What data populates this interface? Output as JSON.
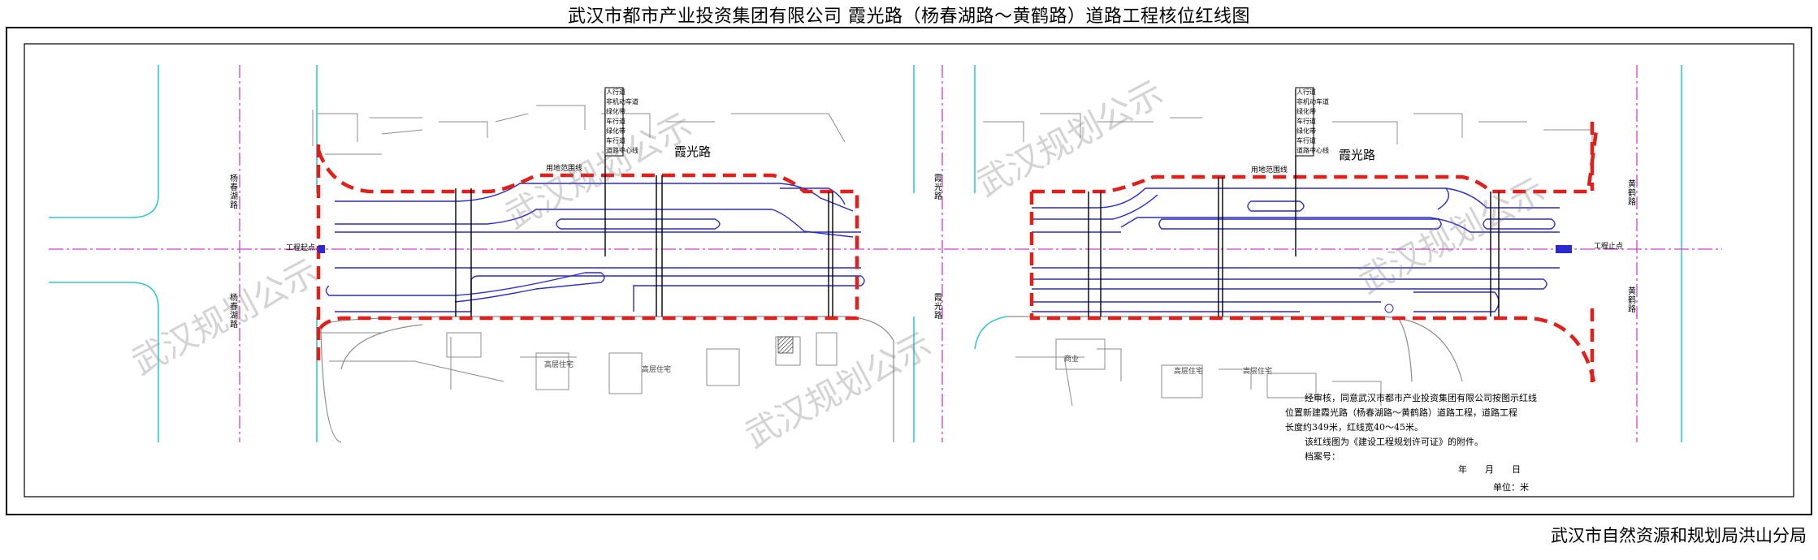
{
  "title": "武汉市都市产业投资集团有限公司 霞光路（杨春湖路～黄鹤路）道路工程核位红线图",
  "footer": "武汉市自然资源和规划局洪山分局",
  "watermark": "武汉规划公示",
  "roads": {
    "main_name": "霞光路",
    "left_cross_road": "杨春湖路",
    "mid_cross_road": "霞光路",
    "right_cross_road": "黄鹤路",
    "start_point": "工程起点",
    "end_point": "工程止点",
    "red_line_label": "用地范围线"
  },
  "legend_left": [
    "人行道",
    "非机动车道",
    "绿化带",
    "车行道",
    "绿化带",
    "车行道",
    "道路中心线"
  ],
  "legend_right": [
    "人行道",
    "非机动车道",
    "绿化带",
    "车行道",
    "绿化带",
    "车行道",
    "道路中心线"
  ],
  "notes": {
    "line1": "经审核，同意武汉市都市产业投资集团有限公司按图示红线",
    "line2": "位置新建霞光路（杨春湖路～黄鹤路）道路工程，道路工程",
    "line3": "长度约349米，红线宽40～45米。",
    "line4": "该红线图为《建设工程规划许可证》的附件。",
    "archive": "档案号：",
    "date": "年　　月　　日",
    "unit": "单位：米"
  },
  "colors": {
    "red_line": "#e0201a",
    "road_blue": "#2a2ad0",
    "centerline": "#d03cd0",
    "cyan": "#35c8d0",
    "gray": "#9a9a9a"
  }
}
